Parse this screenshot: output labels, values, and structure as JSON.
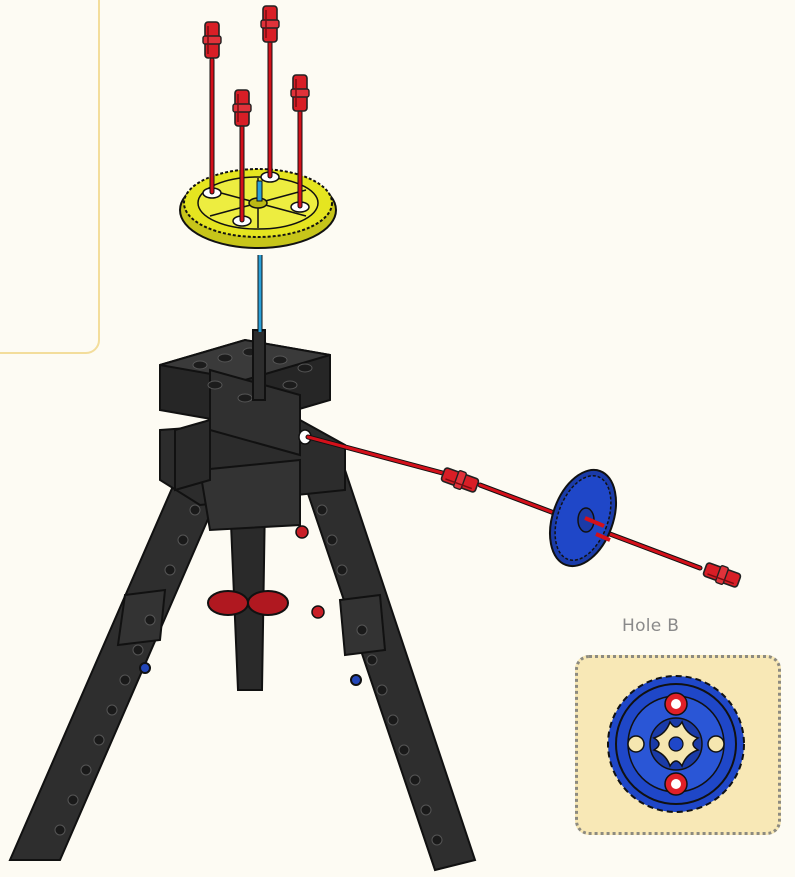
{
  "inset": {
    "label": "Hole B"
  },
  "colors": {
    "background": "#fdfbf3",
    "callout_border": "#f3dd9b",
    "inset_fill": "#f8e8b6",
    "inset_border": "#8c8a80",
    "label_text": "#8a8a8a",
    "beam_black": "#2a2a2a",
    "connector_red": "#d81e26",
    "gear_yellow": "#e5e520",
    "gear_blue": "#1f47c8",
    "axle_line_blue": "#2aa0d8",
    "path_line_red": "#d4101a"
  },
  "parts": [
    "red-connector-pins",
    "yellow-turntable-gear",
    "black-tripod-stand",
    "blue-gear",
    "blue-axle-line",
    "red-axle-path"
  ]
}
